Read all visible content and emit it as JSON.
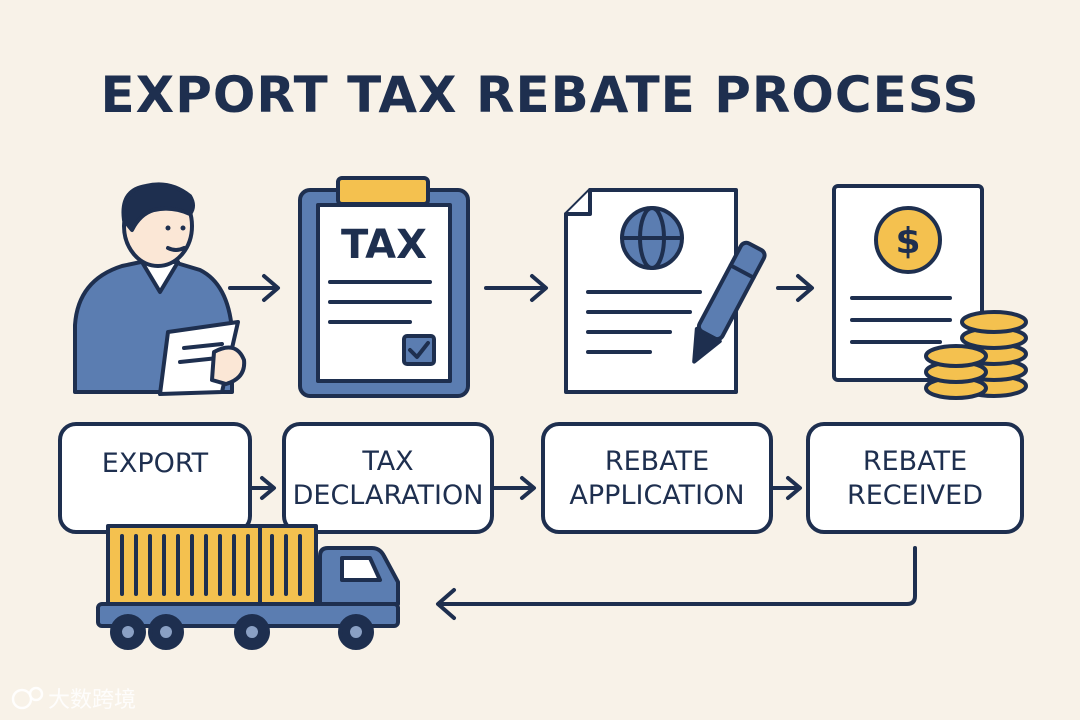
{
  "title": "EXPORT TAX REBATE PROCESS",
  "steps": [
    {
      "lines": [
        "EXPORT"
      ]
    },
    {
      "lines": [
        "TAX",
        "DECLARATION"
      ]
    },
    {
      "lines": [
        "REBATE",
        "APPLICATION"
      ]
    },
    {
      "lines": [
        "REBATE",
        "RECEIVED"
      ]
    }
  ],
  "icons": {
    "person": "person-with-tablet-icon",
    "tax_form": "tax-clipboard-icon",
    "tax_form_label": "TAX",
    "application": "document-globe-pen-icon",
    "rebate": "document-dollar-coins-icon",
    "money_symbol": "$",
    "truck": "container-truck-icon"
  },
  "watermark": "大数跨境",
  "colors": {
    "background": "#f8f2e8",
    "navy": "#1e2f4f",
    "blue": "#5b7db1",
    "yellow": "#f4c14f",
    "white": "#ffffff"
  }
}
